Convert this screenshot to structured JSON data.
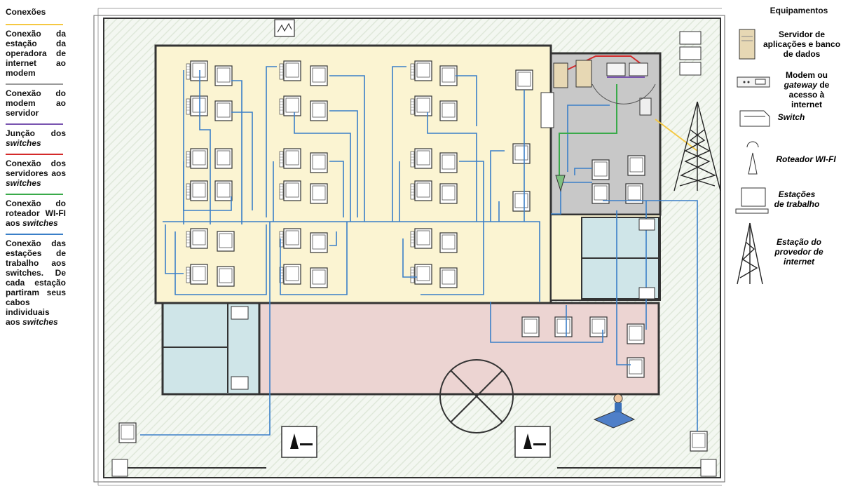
{
  "legend": {
    "title": "Conexões",
    "items": [
      {
        "color": "#f5c842",
        "text": "Conexão da estação da operadora de internet ao modem"
      },
      {
        "color": "#9a9a9a",
        "text": "Conexão do modem ao servidor"
      },
      {
        "color": "#7a55b0",
        "text_a": "Junção dos ",
        "text_b": "switches"
      },
      {
        "color": "#d42a2a",
        "text_a": "Conexão dos servidores aos ",
        "text_b": "switches"
      },
      {
        "color": "#3aaa4a",
        "text_a": "Conexão do roteador WI-FI aos ",
        "text_b": "switches"
      },
      {
        "color": "#3a7fc8",
        "text_a": "Conexão das estações de trabalho aos switches. De cada estação partiram seus cabos individuais aos ",
        "text_b": "switches"
      }
    ]
  },
  "equipment": {
    "title": "Equipamentos",
    "server": "Servidor de aplicações e banco de dados",
    "modem_a": "Modem ou ",
    "modem_b": "gateway",
    "modem_c": " de acesso à internet",
    "switch": "Switch",
    "router": "Roteador WI-FI",
    "workstations": "Estações de trabalho",
    "provider": "Estação do provedor de internet"
  },
  "colors": {
    "blue": "#3a7fc8",
    "green": "#3aaa4a",
    "red": "#d42a2a",
    "purple": "#7a55b0",
    "yellow": "#f5c842",
    "office": "#fbf4d2",
    "server_room": "#c8c8c8",
    "bathroom": "#cfe5e8",
    "pink_area": "#ecd4d2",
    "outdoor": "#f4f8f2"
  }
}
